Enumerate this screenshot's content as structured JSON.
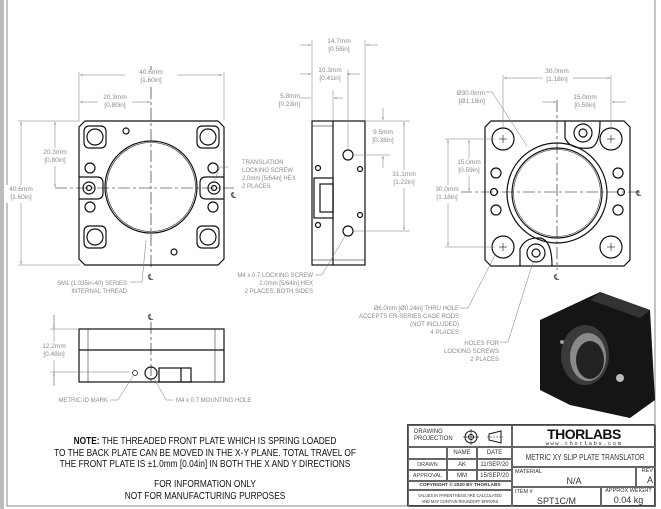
{
  "front_view": {
    "dims": {
      "width": {
        "mm": "40.6mm",
        "in": "[1.60in]"
      },
      "half_width": {
        "mm": "20.3mm",
        "in": "[0.80in]"
      },
      "half_height": {
        "mm": "20.3mm",
        "in": "[0.80in]"
      },
      "height": {
        "mm": "40.6mm",
        "in": "[1.60in]"
      }
    },
    "callouts": {
      "translation_screw": [
        "TRANSLATION",
        "LOCKING SCREW",
        "2.0mm [5/64in] HEX",
        "2 PLACES"
      ],
      "thread": [
        "SM1 (1.035in-40) SERIES",
        "INTERNAL THREAD"
      ]
    },
    "centerline": "℄"
  },
  "side_view": {
    "dims": {
      "total": {
        "mm": "14.7mm",
        "in": "[0.58in]"
      },
      "screw_offset": {
        "mm": "10.3mm",
        "in": "[0.41in]"
      },
      "back_plate": {
        "mm": "5.8mm",
        "in": "[0.23in]"
      },
      "screw_top": {
        "mm": "9.5mm",
        "in": "[0.38in]"
      },
      "screw_spacing": {
        "mm": "31.1mm",
        "in": "[1.22in]"
      }
    },
    "callouts": {
      "locking_screw": [
        "M4 x 0.7 LOCKING SCREW",
        "2.0mm [5/64in] HEX",
        "2 PLACES, BOTH SIDES"
      ]
    }
  },
  "rear_view": {
    "dims": {
      "rod_spacing_x": {
        "mm": "30.0mm",
        "in": "[1.18in]"
      },
      "half_spacing_x": {
        "mm": "15.0mm",
        "in": "[0.59in]"
      },
      "bore": {
        "mm": "Ø30.0mm",
        "in": "[Ø1.18in]"
      },
      "half_spacing_y": {
        "mm": "15.0mm",
        "in": "[0.59in]"
      },
      "rod_spacing_y": {
        "mm": "30.0mm",
        "in": "[1.18in]"
      }
    },
    "callouts": {
      "thru_hole": [
        "Ø6.0mm [Ø0.24in] THRU HOLE",
        "ACCEPTS ER-SERIES CAGE RODS",
        "(NOT INCLUDED)",
        "4 PLACES"
      ],
      "locking_holes": [
        "HOLES FOR",
        "LOCKING SCREWS",
        "2 PLACES"
      ]
    }
  },
  "bottom_view": {
    "dims": {
      "height": {
        "mm": "12.2mm",
        "in": "[0.48in]"
      }
    },
    "callouts": {
      "id_mark": "METRIC ID MARK",
      "mount_hole": "M4 x 0.7 MOUNTING HOLE"
    }
  },
  "note": {
    "label": "NOTE:",
    "lines": [
      "THE THREADED FRONT PLATE WHICH IS SPRING LOADED",
      "TO THE BACK PLATE CAN BE MOVED IN THE X-Y PLANE. TOTAL TRAVEL OF",
      "THE FRONT PLATE IS ±1.0mm [0.04in] IN BOTH THE X AND Y DIRECTIONS"
    ],
    "disclaimer": [
      "FOR INFORMATION ONLY",
      "NOT FOR MANUFACTURING PURPOSES"
    ]
  },
  "title_block": {
    "projection_label": [
      "DRAWING",
      "PROJECTION"
    ],
    "name_header": "NAME",
    "date_header": "DATE",
    "drawn_label": "DRAWN",
    "drawn_name": "AK",
    "drawn_date": "11/SEP/20",
    "approval_label": "APPROVAL",
    "approval_name": "MM",
    "approval_date": "15/SEP/20",
    "copyright": "COPYRIGHT © 2020 BY THORLABS",
    "values_note": [
      "VALUES IN PARENTHESIS ARE CALCULATED",
      "AND MAY CONTAIN ROUNDOFF ERRORS"
    ],
    "logo": "THORLABS",
    "website": "www.thorlabs.com",
    "title": "METRIC XY SLIP PLATE TRANSLATOR",
    "material_label": "MATERIAL",
    "material": "N/A",
    "rev_label": "REV",
    "rev": "A",
    "item_label": "ITEM #",
    "item": "SPT1C/M",
    "weight_label": "APPROX WEIGHT",
    "weight": "0.04 kg"
  }
}
